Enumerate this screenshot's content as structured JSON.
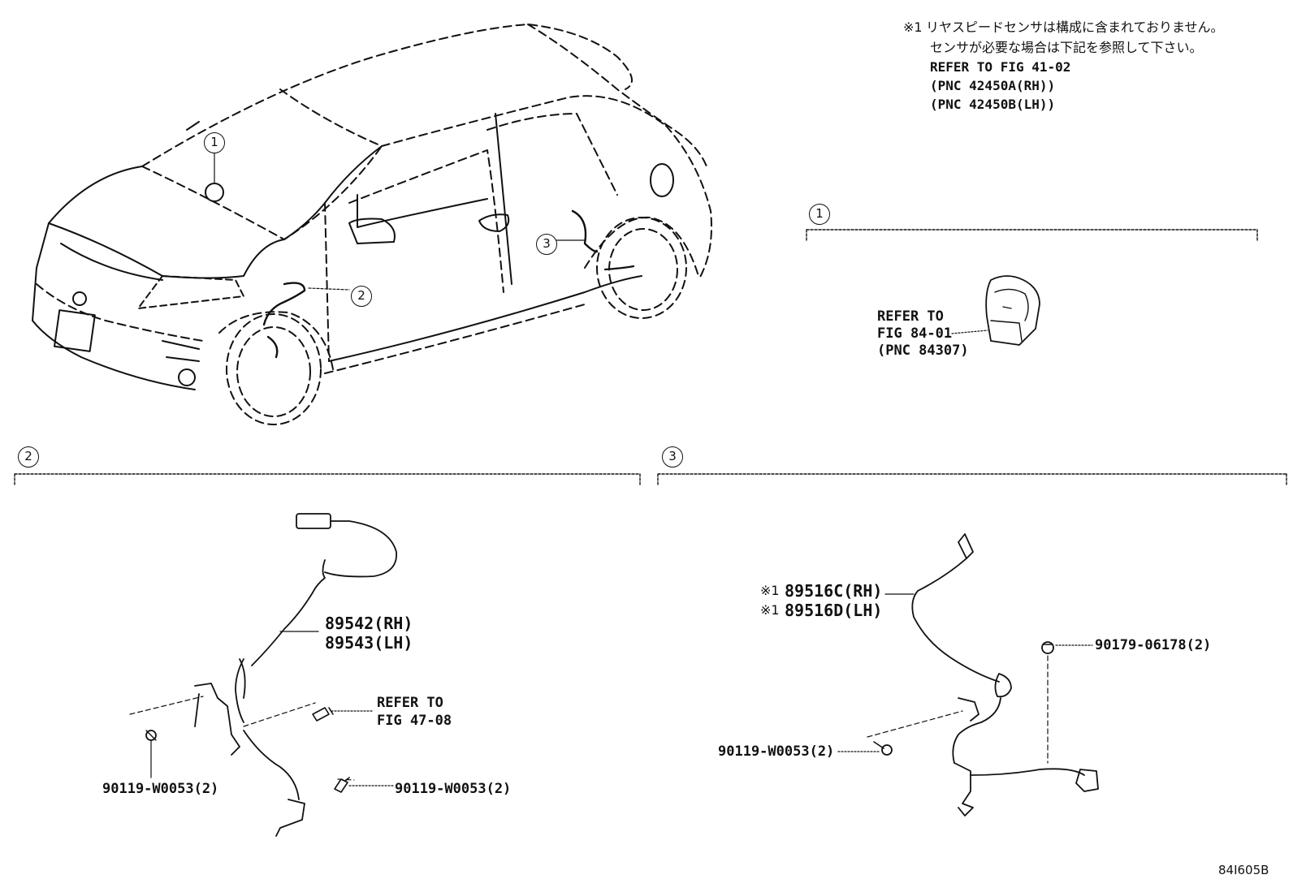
{
  "note": {
    "mark": "※1",
    "line1": "リヤスピードセンサは構成に含まれておりません。",
    "line2": "センサが必要な場合は下記を参照して下さい。",
    "line3": "REFER TO FIG 41-02",
    "line4": "(PNC 42450A(RH))",
    "line5": "(PNC 42450B(LH))"
  },
  "callouts": {
    "one": "1",
    "two": "2",
    "three": "3"
  },
  "section1": {
    "callout": "1",
    "refer_line1": "REFER TO",
    "refer_line2": "FIG 84-01",
    "refer_line3": "(PNC 84307)"
  },
  "section2": {
    "callout": "2",
    "part_rh": "89542(RH)",
    "part_lh": "89543(LH)",
    "refer_line1": "REFER TO",
    "refer_line2": "FIG 47-08",
    "bolt_left": "90119-W0053(2)",
    "bolt_right": "90119-W0053(2)"
  },
  "section3": {
    "callout": "3",
    "mark": "※1",
    "part_rh": "89516C(RH)",
    "part_lh": "89516D(LH)",
    "clip": "90179-06178(2)",
    "bolt": "90119-W0053(2)"
  },
  "figure_id": "84I605B"
}
